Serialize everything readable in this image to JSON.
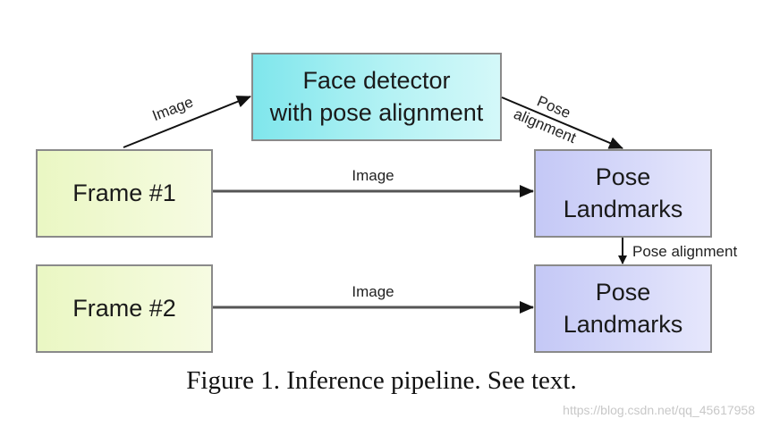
{
  "nodes": {
    "face_detector": "Face detector\nwith pose alignment",
    "frame1": "Frame #1",
    "frame2": "Frame #2",
    "pose_landmarks1": "Pose\nLandmarks",
    "pose_landmarks2": "Pose\nLandmarks"
  },
  "edges": {
    "frame1_to_face": "Image",
    "face_to_pose1_line1": "Pose",
    "face_to_pose1_line2": "alignment",
    "frame1_to_pose1": "Image",
    "pose1_to_pose2": "Pose alignment",
    "frame2_to_pose2": "Image"
  },
  "caption": "Figure 1. Inference pipeline. See text.",
  "watermark": "https://blog.csdn.net/qq_45617958",
  "colors": {
    "face_fill": "#9ef0f2",
    "frame_fill": "#f0f9d4",
    "pose_fill": "#d6d8f9",
    "border": "#8a8a8a",
    "arrow": "#111111"
  }
}
